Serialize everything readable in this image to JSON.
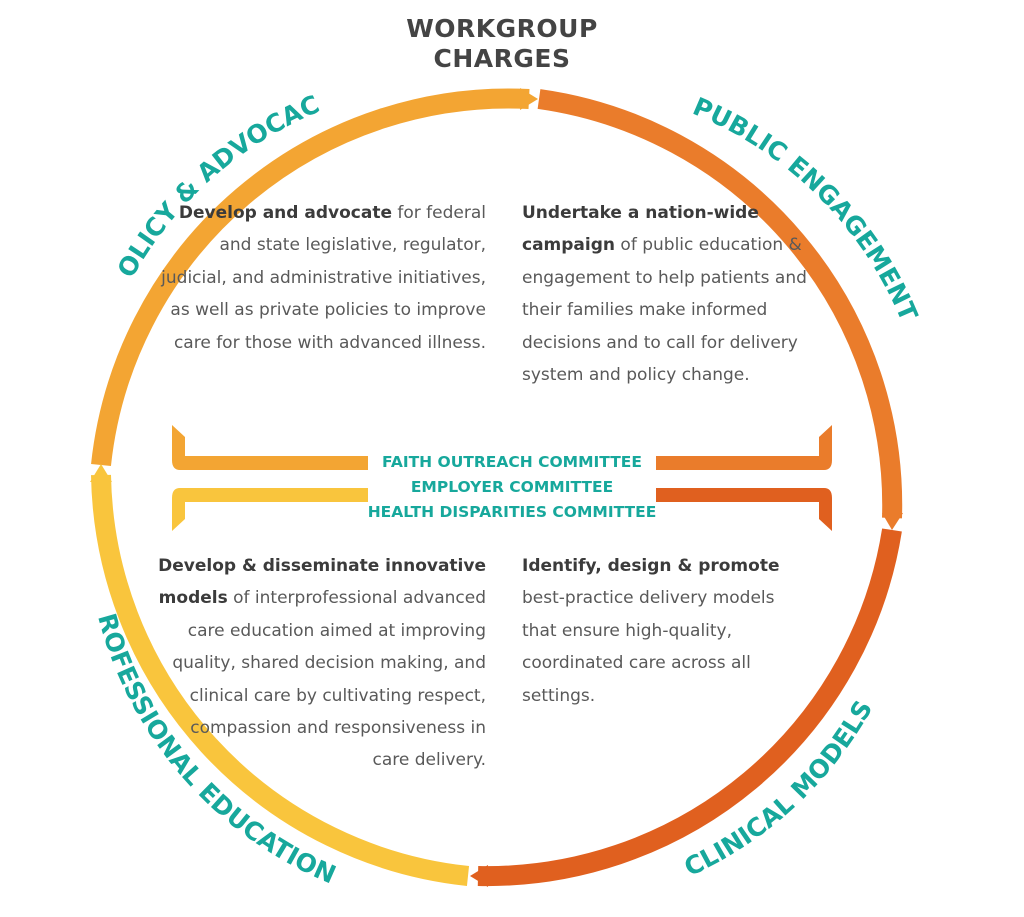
{
  "title": {
    "line1": "WORKGROUP",
    "line2": "CHARGES"
  },
  "colors": {
    "teal": "#17a89c",
    "orange": "#ea7c2b",
    "dark_orange": "#e0601f",
    "amber": "#f3a533",
    "yellow": "#f9c53d",
    "text": "#595959",
    "text_bold": "#3b3b3b",
    "title": "#444444"
  },
  "quadrants": {
    "policy": {
      "label": "POLICY & ADVOCACY",
      "bold": "Develop and advocate",
      "rest": " for federal and state legislative, regulator, judicial, and administrative initiatives, as well as private policies to improve care for those with advanced illness."
    },
    "public": {
      "label": "PUBLIC ENGAGEMENT",
      "bold": "Undertake a nation-wide campaign",
      "rest": " of public education & engagement to help patients and their families make informed decisions and to call for delivery system and policy change."
    },
    "education": {
      "label": "PROFESSIONAL EDUCATION",
      "bold": "Develop & disseminate innovative models",
      "rest": " of interprofessional advanced care education aimed at improving quality, shared decision making, and clinical care by cultivating respect, compassion and responsiveness in care delivery."
    },
    "clinical": {
      "label": "CLINICAL MODELS",
      "bold": "Identify, design & promote",
      "rest": " best-practice delivery models that ensure high-quality, coordinated care across all settings."
    }
  },
  "committees": [
    "FAITH OUTREACH COMMITTEE",
    "EMPLOYER COMMITTEE",
    "HEALTH DISPARITIES COMMITTEE"
  ]
}
